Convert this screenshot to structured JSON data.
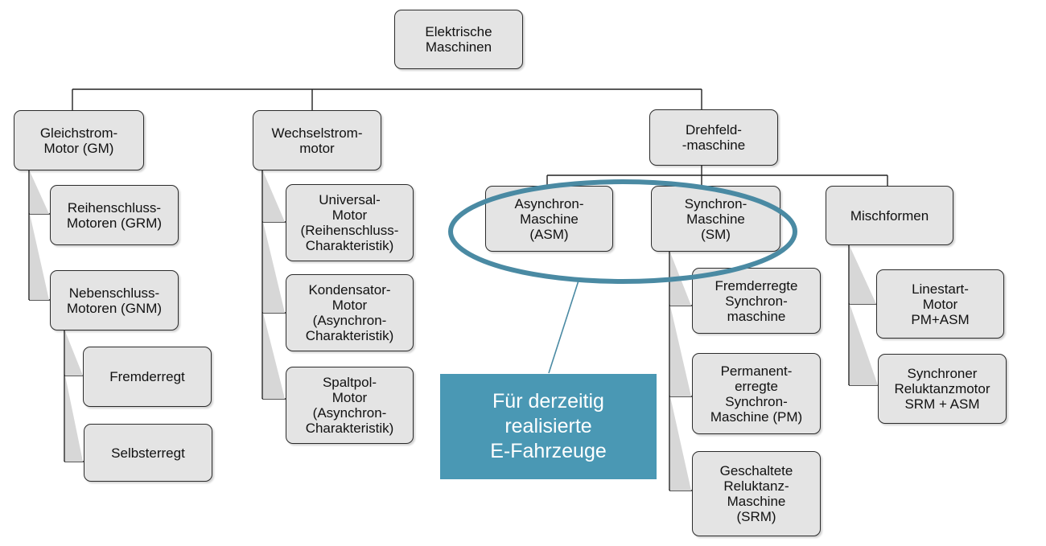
{
  "root": "Elektrische\nMaschinen",
  "categories": {
    "gm": "Gleichstrom-\nMotor (GM)",
    "wm": "Wechselstrom-\nmotor",
    "dm": "Drehfeld-\n-maschine"
  },
  "gm_children": {
    "grm": "Reihenschluss-\nMotoren (GRM)",
    "gnm": "Nebenschluss-\nMotoren (GNM)",
    "fremd": "Fremderregt",
    "selbst": "Selbsterregt"
  },
  "wm_children": {
    "universal": "Universal-\nMotor\n(Reihenschluss-\nCharakteristik)",
    "kondensator": "Kondensator-\nMotor\n(Asynchron-\nCharakteristik)",
    "spaltpol": "Spaltpol-\nMotor\n(Asynchron-\nCharakteristik)"
  },
  "dm_children": {
    "asm": "Asynchron-\nMaschine\n(ASM)",
    "sm": "Synchron-\nMaschine\n(SM)",
    "misch": "Mischformen"
  },
  "sm_children": {
    "fremderregte": "Fremderregte\nSynchron-\nmaschine",
    "permanent": "Permanent-\nerregte\nSynchron-\nMaschine (PM)",
    "srm": "Geschaltete\nReluktanz-\nMaschine\n(SRM)"
  },
  "misch_children": {
    "linestart": "Linestart-\nMotor\nPM+ASM",
    "synchroner": "Synchroner\nReluktanzmotor\nSRM + ASM"
  },
  "callout": "Für derzeitig\nrealisierte\nE-Fahrzeuge",
  "colors": {
    "box_fill": "#e4e4e4",
    "highlight_ellipse": "#4a8aa3",
    "callout_fill": "#4a98b4"
  }
}
